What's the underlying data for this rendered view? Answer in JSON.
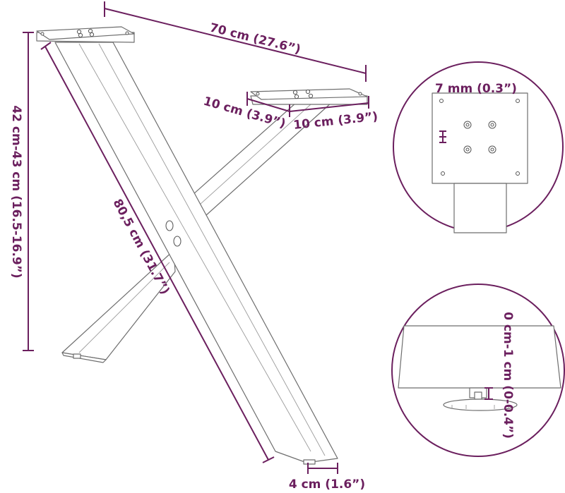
{
  "dimensions": {
    "width": "70 cm (27.6”)",
    "height": "42 cm-43 cm (16.5-16.9”)",
    "leg_length": "80,5 cm (31.7”)",
    "plate_depth": "10 cm (3.9”)",
    "plate_width": "10 cm (3.9”)",
    "profile_width": "4 cm (1.6”)",
    "plate_thickness": "7 mm (0.3”)",
    "foot_adjust": "0 cm-1 cm (0-0.4”)"
  },
  "colors": {
    "dimension": "#6b1f5e",
    "outline": "#6e6e6e"
  }
}
